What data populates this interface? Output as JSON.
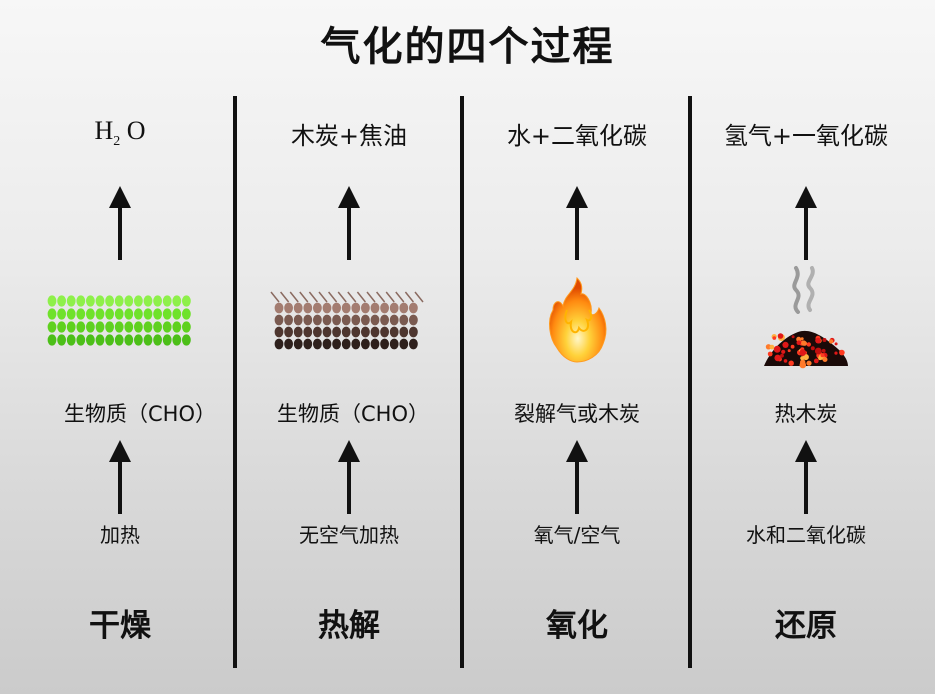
{
  "title": "气化的四个过程",
  "columns": [
    {
      "product_main": "H",
      "product_sub": "2",
      "product_tail": " O",
      "middle": "生物质（CHO）",
      "input": "加热",
      "stage": "干燥",
      "illustration": "green-biomass-pellets"
    },
    {
      "product": "木炭+焦油",
      "middle": "生物质（CHO）",
      "input": "无空气加热",
      "stage": "热解",
      "illustration": "brown-charred-biomass"
    },
    {
      "product": "水+二氧化碳",
      "middle": "裂解气或木炭",
      "input": "氧气/空气",
      "stage": "氧化",
      "illustration": "fire-flame"
    },
    {
      "product": "氢气+一氧化碳",
      "middle": "热木炭",
      "input": "水和二氧化碳",
      "stage": "还原",
      "illustration": "glowing-charcoal-with-smoke"
    }
  ],
  "colors": {
    "green": "#5fd11f",
    "brown": "#5a3d33",
    "flame": "#ff9a1f",
    "ember": "#d01818"
  }
}
